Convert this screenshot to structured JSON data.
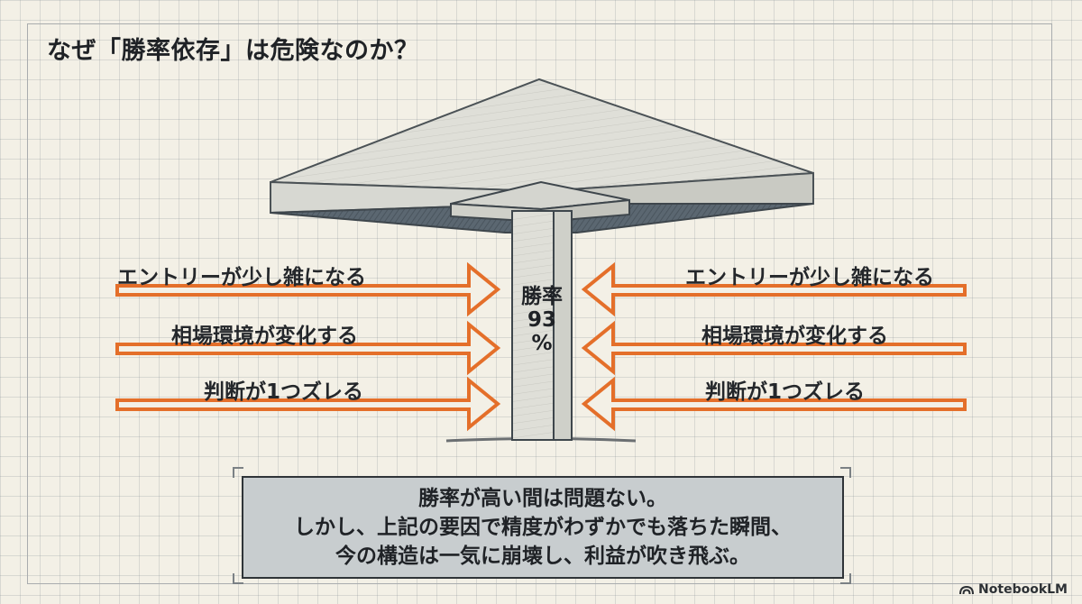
{
  "title": "なぜ「勝率依存」は危険なのか？",
  "pillar_label": [
    "勝率",
    "93",
    "%"
  ],
  "left_pressures": [
    "エントリーが少し雑になる",
    "相場環境が変化する",
    "判断が1つズレる"
  ],
  "right_pressures": [
    "エントリーが少し雑になる",
    "相場環境が変化する",
    "判断が1つズレる"
  ],
  "note_lines": [
    "勝率が高い間は問題ない。",
    "しかし、上記の要因で精度がわずかでも落ちた瞬間、",
    "今の構造は一気に崩壊し、利益が吹き飛ぶ。"
  ],
  "brand": "NotebookLM",
  "colors": {
    "arrow": "#e46f2a",
    "slab": "#5a6670",
    "note_bg": "#c8cdcf",
    "background": "#f3f0e6"
  }
}
